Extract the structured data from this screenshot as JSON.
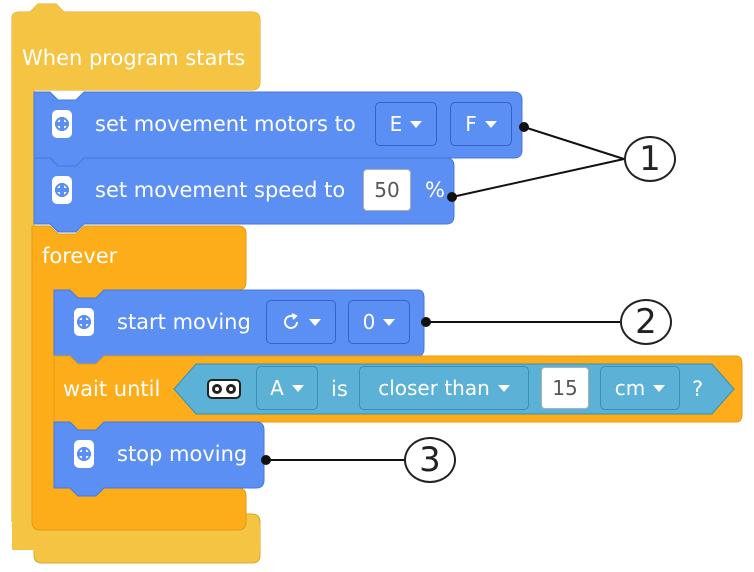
{
  "hat": {
    "label": "When program starts"
  },
  "set_motors": {
    "label": "set movement motors to",
    "motor_left": "E",
    "motor_right": "F"
  },
  "set_speed": {
    "label": "set movement speed to",
    "value": "50",
    "unit": "%"
  },
  "forever": {
    "label": "forever"
  },
  "start_moving": {
    "label": "start moving",
    "direction_icon": "rotate-clockwise-icon",
    "value": "0"
  },
  "wait_until": {
    "label": "wait until",
    "port": "A",
    "is_label": "is",
    "comparison": "closer than",
    "distance": "15",
    "unit": "cm",
    "question": "?"
  },
  "stop_moving": {
    "label": "stop moving"
  },
  "callouts": [
    "1",
    "2",
    "3"
  ],
  "colors": {
    "events_yellow": "#f6c443",
    "control_orange": "#fdad1a",
    "motion_blue": "#5b8ff4",
    "sensor_cyan": "#5cb1d6"
  }
}
